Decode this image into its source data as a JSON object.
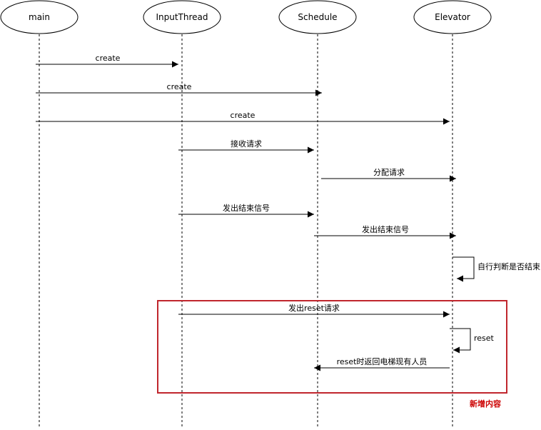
{
  "participants": {
    "main": "main",
    "input_thread": "InputThread",
    "schedule": "Schedule",
    "elevator": "Elevator"
  },
  "messages": {
    "create_input": "create",
    "create_schedule": "create",
    "create_elevator": "create",
    "receive_request": "接收请求",
    "assign_request": "分配请求",
    "end_signal_1": "发出结束信号",
    "end_signal_2": "发出结束信号",
    "self_judge": "自行判断是否结束",
    "reset_request": "发出reset请求",
    "reset_self": "reset",
    "reset_return": "reset时返回电梯现有人员"
  },
  "annotation": {
    "new_content": "新增内容",
    "color": "#c0262d"
  }
}
